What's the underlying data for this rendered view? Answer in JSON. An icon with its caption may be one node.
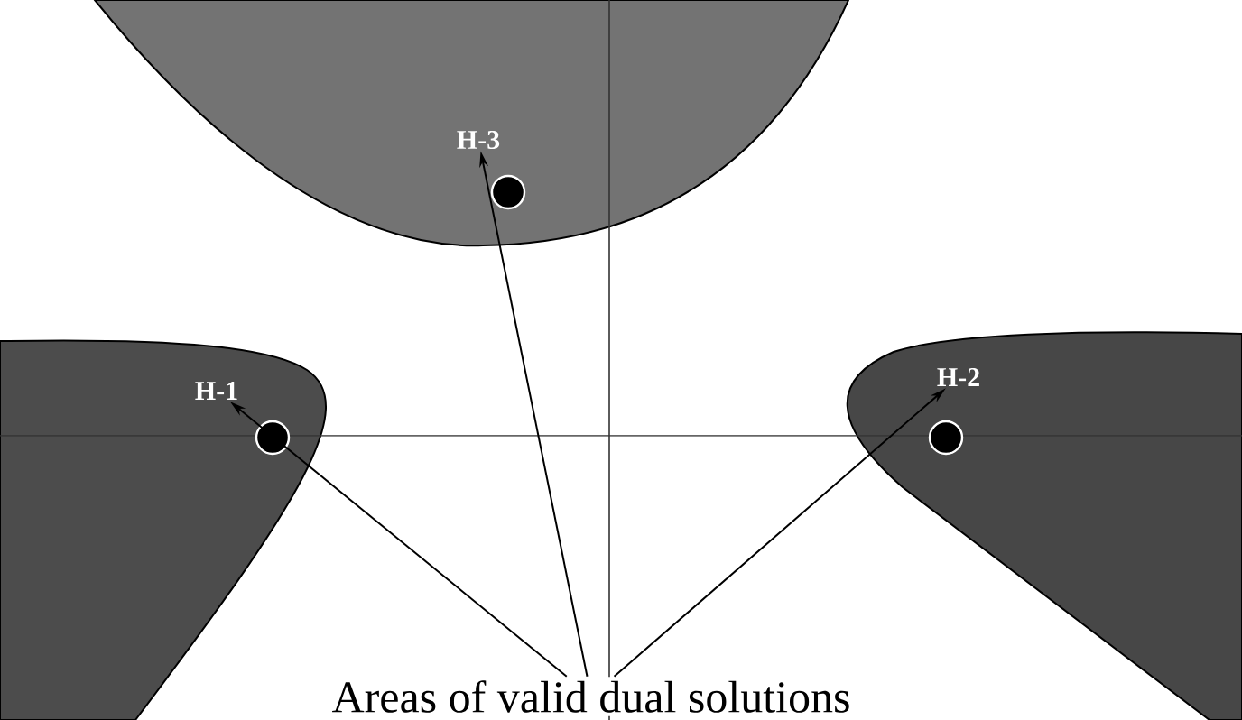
{
  "diagram": {
    "nodes": [
      {
        "text": [
          "H-3"
        ]
      },
      {
        "text": [
          "H-1"
        ]
      },
      {
        "text": [
          "H-2"
        ]
      },
      {
        "text": [
          "Areas of valid dual solutions"
        ]
      }
    ],
    "edges": [
      {
        "from": 3,
        "to": 1,
        "arrow": "to"
      },
      {
        "from": 3,
        "to": 0,
        "arrow": "to"
      },
      {
        "from": 3,
        "to": 2,
        "arrow": "to"
      }
    ]
  }
}
